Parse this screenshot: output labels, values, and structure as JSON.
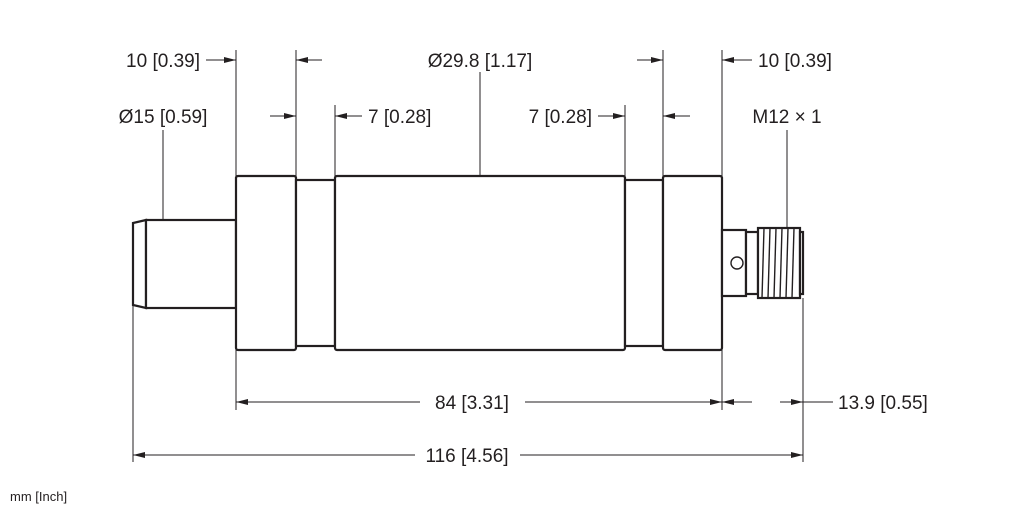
{
  "dimensions": {
    "left_flange_width": "10 [0.39]",
    "left_groove_width": "7 [0.28]",
    "body_diameter": "Ø29.8 [1.17]",
    "right_groove_width": "7 [0.28]",
    "right_flange_width": "10 [0.39]",
    "cable_diameter": "Ø15 [0.59]",
    "thread": "M12 × 1",
    "body_length": "84 [3.31]",
    "connector_length": "13.9 [0.55]",
    "total_length": "116 [4.56]"
  },
  "units_note": "mm [Inch]"
}
